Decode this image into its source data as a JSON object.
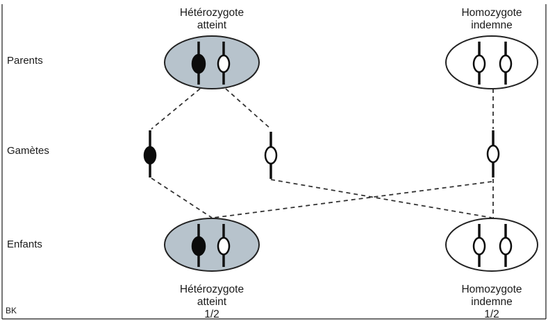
{
  "labels": {
    "row_parents": "Parents",
    "row_gametes": "Gamètes",
    "row_children": "Enfants",
    "parent_left_line1": "Hétérozygote",
    "parent_left_line2": "atteint",
    "parent_right_line1": "Homozygote",
    "parent_right_line2": "indemne",
    "child_left_line1": "Hétérozygote",
    "child_left_line2": "atteint",
    "child_left_ratio": "1/2",
    "child_right_line1": "Homozygote",
    "child_right_line2": "indemne",
    "child_right_ratio": "1/2",
    "corner_mark": "BK"
  },
  "colors": {
    "affected_cell_fill": "#b7c3cc",
    "unaffected_cell_fill": "#ffffff",
    "mutant_allele": "#0b0b0b",
    "normal_allele": "#ffffff"
  }
}
